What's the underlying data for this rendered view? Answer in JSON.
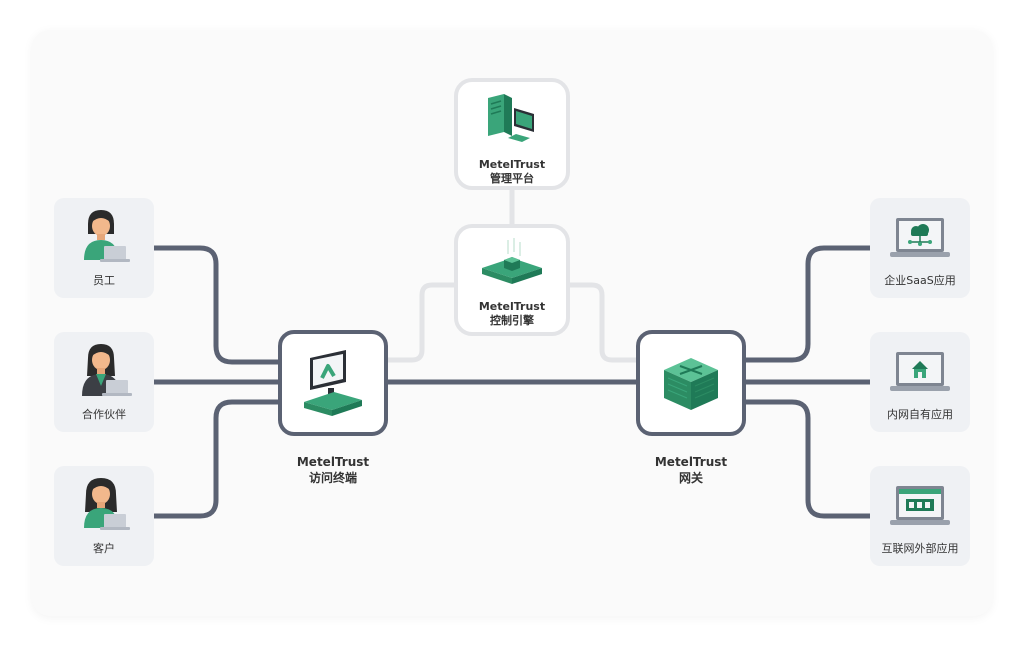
{
  "users": [
    {
      "label": "员工",
      "icon": "employee-laptop-icon"
    },
    {
      "label": "合作伙伴",
      "icon": "partner-laptop-icon"
    },
    {
      "label": "客户",
      "icon": "customer-laptop-icon"
    }
  ],
  "apps": [
    {
      "label": "企业SaaS应用",
      "icon": "cloud-laptop-icon"
    },
    {
      "label": "内网自有应用",
      "icon": "home-laptop-icon"
    },
    {
      "label": "互联网外部应用",
      "icon": "web-laptop-icon"
    }
  ],
  "terminal": {
    "title": "MetelTrust",
    "subtitle": "访问终端"
  },
  "gateway": {
    "title": "MetelTrust",
    "subtitle": "网关"
  },
  "management": {
    "title": "MetelTrust",
    "subtitle": "管理平台"
  },
  "control": {
    "title": "MetelTrust",
    "subtitle": "控制引擎"
  },
  "colors": {
    "line": "#5b6273",
    "light_line": "#e3e4e7",
    "accent_green": "#3aa57a",
    "dark_green": "#1f7a57",
    "box_bg": "#eff1f4"
  }
}
